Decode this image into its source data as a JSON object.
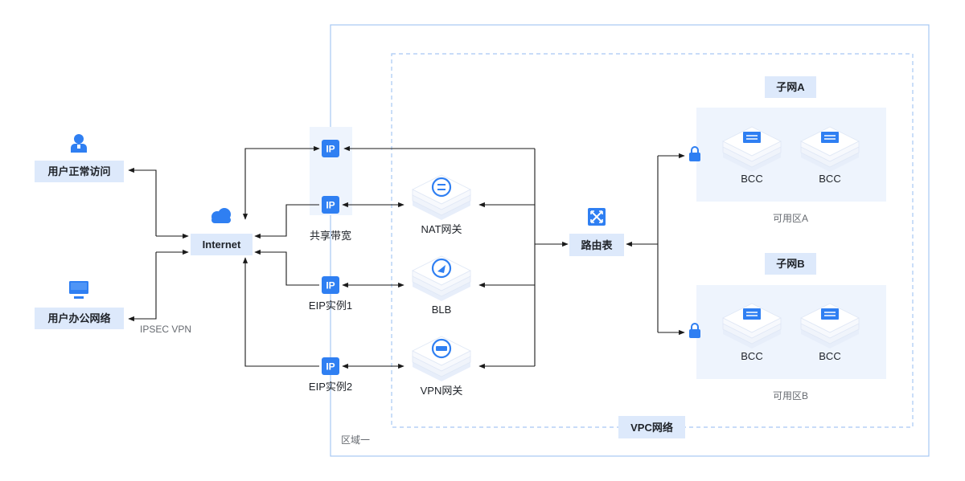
{
  "colors": {
    "accent": "#2f7ff2",
    "label_bg": "#dde9fb",
    "zone_bg": "#eef4fd",
    "border": "#a6c8f3",
    "line": "#1a1a1a"
  },
  "nodes": {
    "user_normal": {
      "label": "用户正常访问",
      "icon": "user-icon"
    },
    "user_office": {
      "label": "用户办公网络",
      "icon": "monitor-icon"
    },
    "ipsec_vpn": "IPSEC VPN",
    "internet": {
      "label": "Internet",
      "icon": "cloud-icon"
    },
    "ip_badge": "IP",
    "shared_bandwidth": "共享带宽",
    "eip1": "EIP实例1",
    "eip2": "EIP实例2",
    "nat": {
      "label": "NAT网关",
      "icon": "nat-gateway-icon"
    },
    "blb": {
      "label": "BLB",
      "icon": "load-balancer-icon"
    },
    "vpn": {
      "label": "VPN网关",
      "icon": "vpn-gateway-icon"
    },
    "route_table": {
      "label": "路由表",
      "icon": "router-icon"
    },
    "subnet_a": "子网A",
    "subnet_b": "子网B",
    "bcc": "BCC",
    "zone_a": "可用区A",
    "zone_b": "可用区B",
    "vpc": "VPC网络",
    "region": "区域一"
  }
}
